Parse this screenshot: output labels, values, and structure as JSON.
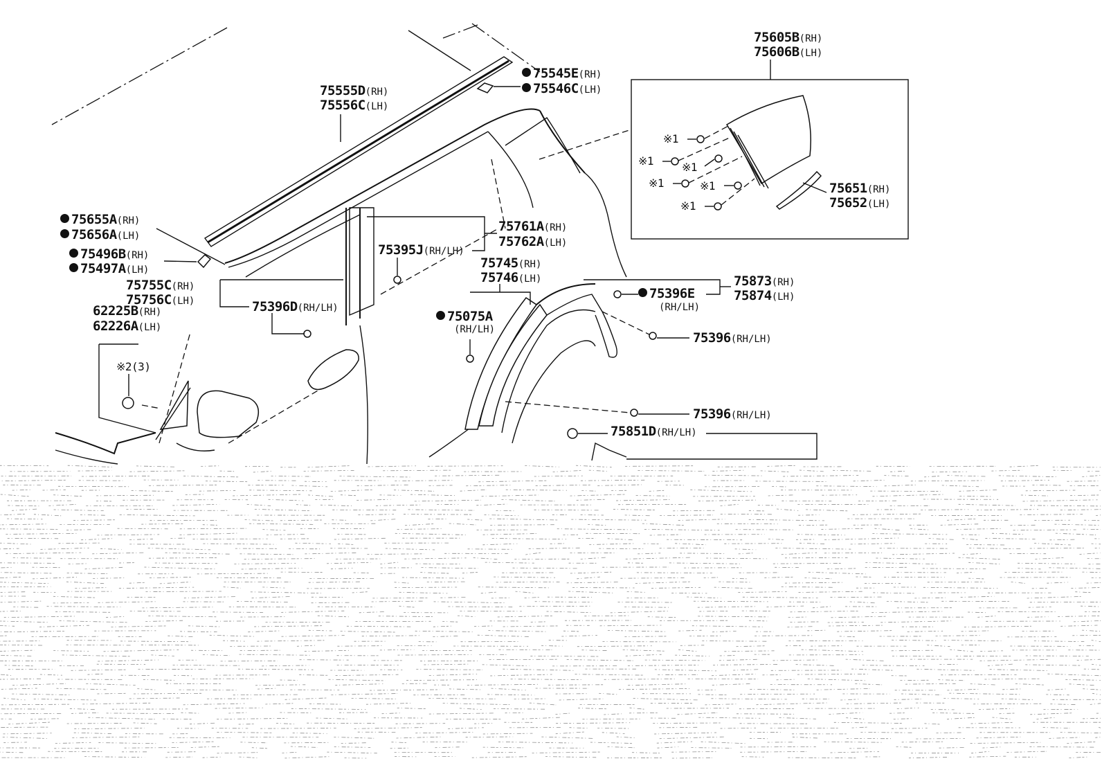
{
  "labels": {
    "p75605b": {
      "num": "75605B",
      "suf": "(RH)"
    },
    "p75606b": {
      "num": "75606B",
      "suf": "(LH)"
    },
    "p75545e": {
      "num": "75545E",
      "suf": "(RH)"
    },
    "p75546c": {
      "num": "75546C",
      "suf": "(LH)"
    },
    "p75555d": {
      "num": "75555D",
      "suf": "(RH)"
    },
    "p75556c": {
      "num": "75556C",
      "suf": "(LH)"
    },
    "p75655a": {
      "num": "75655A",
      "suf": "(RH)"
    },
    "p75656a": {
      "num": "75656A",
      "suf": "(LH)"
    },
    "p75496b": {
      "num": "75496B",
      "suf": "(RH)"
    },
    "p75497a": {
      "num": "75497A",
      "suf": "(LH)"
    },
    "p75755c": {
      "num": "75755C",
      "suf": "(RH)"
    },
    "p75756c": {
      "num": "75756C",
      "suf": "(LH)"
    },
    "p62225b": {
      "num": "62225B",
      "suf": "(RH)"
    },
    "p62226a": {
      "num": "62226A",
      "suf": "(LH)"
    },
    "p75761a": {
      "num": "75761A",
      "suf": "(RH)"
    },
    "p75762a": {
      "num": "75762A",
      "suf": "(LH)"
    },
    "p75395j": {
      "num": "75395J",
      "suf": "(RH/LH)"
    },
    "p75396d": {
      "num": "75396D",
      "suf": "(RH/LH)"
    },
    "p75745": {
      "num": "75745",
      "suf": "(RH)"
    },
    "p75746": {
      "num": "75746",
      "suf": "(LH)"
    },
    "p75075a": {
      "num": "75075A",
      "suf": "(RH/LH)"
    },
    "p75396e": {
      "num": "75396E",
      "suf": "(RH/LH)"
    },
    "p75873": {
      "num": "75873",
      "suf": "(RH)"
    },
    "p75874": {
      "num": "75874",
      "suf": "(LH)"
    },
    "p75396a": {
      "num": "75396",
      "suf": "(RH/LH)"
    },
    "p75396b": {
      "num": "75396",
      "suf": "(RH/LH)"
    },
    "p75851d": {
      "num": "75851D",
      "suf": "(RH/LH)"
    },
    "p75651": {
      "num": "75651",
      "suf": "(RH)"
    },
    "p75652": {
      "num": "75652",
      "suf": "(LH)"
    }
  },
  "notes": {
    "clip_mark": "※1",
    "clip_mark_2": "※2",
    "clip_qty_2": "(3)"
  }
}
